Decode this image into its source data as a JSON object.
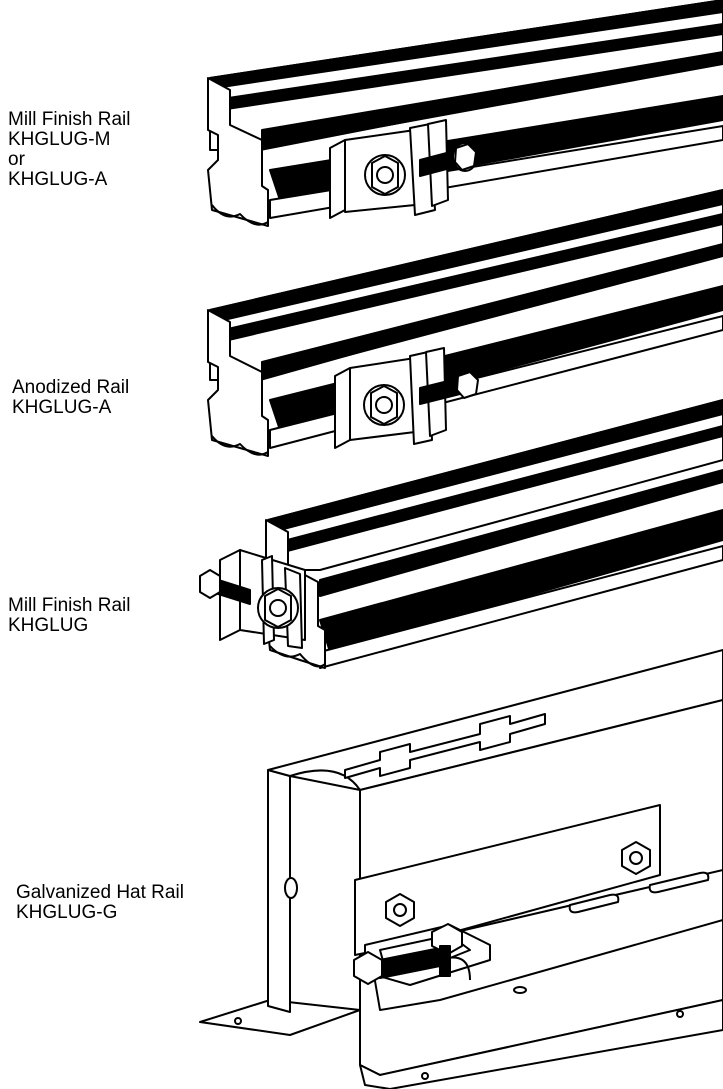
{
  "labels": [
    {
      "lines": [
        "Mill Finish Rail",
        "KHGLUG-M",
        "or",
        "KHGLUG-A"
      ]
    },
    {
      "lines": [
        "Anodized Rail",
        "KHGLUG-A"
      ]
    },
    {
      "lines": [
        "Mill Finish Rail",
        "KHGLUG"
      ]
    },
    {
      "lines": [
        "Galvanized Hat Rail",
        "KHGLUG-G"
      ]
    }
  ],
  "colors": {
    "line": "#000000",
    "fill_light": "#ffffff",
    "fill_dark": "#000000"
  }
}
